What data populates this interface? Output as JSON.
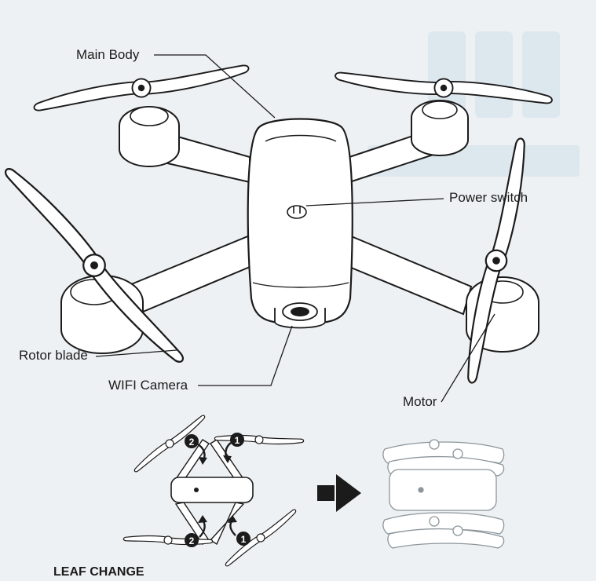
{
  "labels": {
    "main_body": "Main Body",
    "power_switch": "Power switch",
    "rotor_blade": "Rotor blade",
    "wifi_camera": "WIFI Camera",
    "motor": "Motor"
  },
  "steps": {
    "front_right": "1",
    "rear_right": "1",
    "front_left": "2",
    "rear_left": "2"
  },
  "caption": "LEAF CHANGE",
  "colors": {
    "ink": "#1b1b1b",
    "paper": "#eef1f3",
    "watermark": "#c9dbe6",
    "ghost": "#a9b3b9"
  },
  "icons": {
    "transform_arrow": "right-arrow-icon",
    "rotate_arrow": "curved-arrow-icon"
  }
}
